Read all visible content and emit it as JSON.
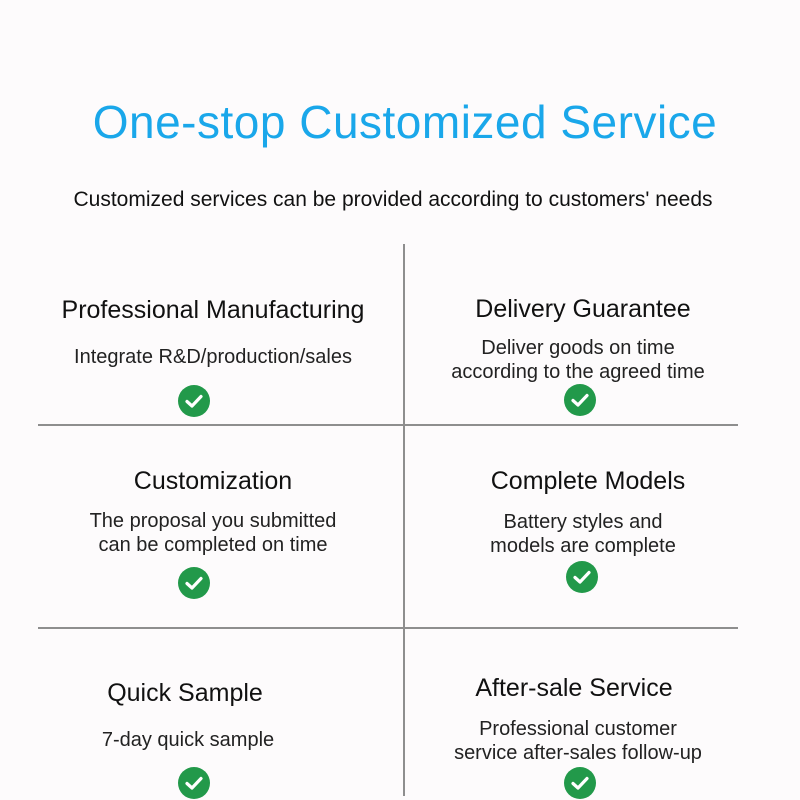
{
  "header": {
    "title": "One-stop Customized Service",
    "subtitle": "Customized services can be provided according to customers' needs"
  },
  "colors": {
    "title": "#1aa7ea",
    "check": "#22994a",
    "divider": "#8e8e8e"
  },
  "features": [
    {
      "title": "Professional Manufacturing",
      "description": "Integrate R&D/production/sales",
      "icon": "checkmark-icon"
    },
    {
      "title": "Delivery Guarantee",
      "description": "Deliver goods on time\naccording to the agreed time",
      "icon": "checkmark-icon"
    },
    {
      "title": "Customization",
      "description": "The proposal you submitted\ncan be completed on time",
      "icon": "checkmark-icon"
    },
    {
      "title": "Complete Models",
      "description": "Battery styles and\nmodels are complete",
      "icon": "checkmark-icon"
    },
    {
      "title": "Quick Sample",
      "description": "7-day quick sample",
      "icon": "checkmark-icon"
    },
    {
      "title": "After-sale Service",
      "description": "Professional customer\nservice after-sales follow-up",
      "icon": "checkmark-icon"
    }
  ]
}
